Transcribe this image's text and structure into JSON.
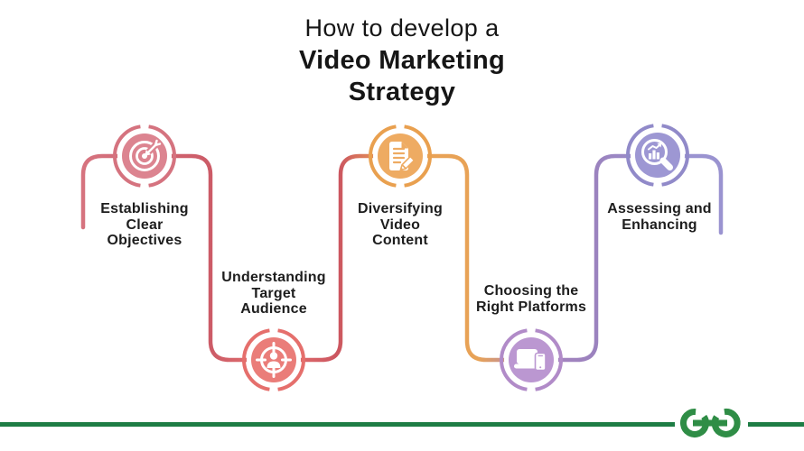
{
  "title": {
    "line1": "How to develop a",
    "line2": "Video Marketing",
    "line3": "Strategy"
  },
  "steps": [
    {
      "label_lines": [
        "Establishing",
        "Clear",
        "Objectives"
      ],
      "fill": "#dc8490",
      "ring": "#d5737f",
      "icon": "target-dart"
    },
    {
      "label_lines": [
        "Understanding",
        "Target",
        "Audience"
      ],
      "fill": "#ea7d79",
      "ring": "#e56f6c",
      "icon": "audience-target"
    },
    {
      "label_lines": [
        "Diversifying",
        "Video",
        "Content"
      ],
      "fill": "#eeab62",
      "ring": "#e9a04f",
      "icon": "document-pencil"
    },
    {
      "label_lines": [
        "Choosing the",
        "Right Platforms"
      ],
      "fill": "#bb97d1",
      "ring": "#b18bc8",
      "icon": "devices"
    },
    {
      "label_lines": [
        "Assessing and",
        "Enhancing"
      ],
      "fill": "#9d97d3",
      "ring": "#918ac9",
      "icon": "magnifier-analytics"
    }
  ],
  "connector_gradient": {
    "rose": "#d6737f",
    "crimson": "#cc5b67",
    "coral": "#e8746f",
    "crimson2": "#cb5560",
    "orange": "#eba254",
    "orange2": "#e7a257",
    "lavender": "#ab85c0",
    "purple": "#9b82be",
    "periwinkle": "#9a93d0"
  },
  "footer": {
    "line_color": "#1e7d45",
    "logo_color": "#2f8d46",
    "logo_name": "geeksforgeeks-logo"
  }
}
